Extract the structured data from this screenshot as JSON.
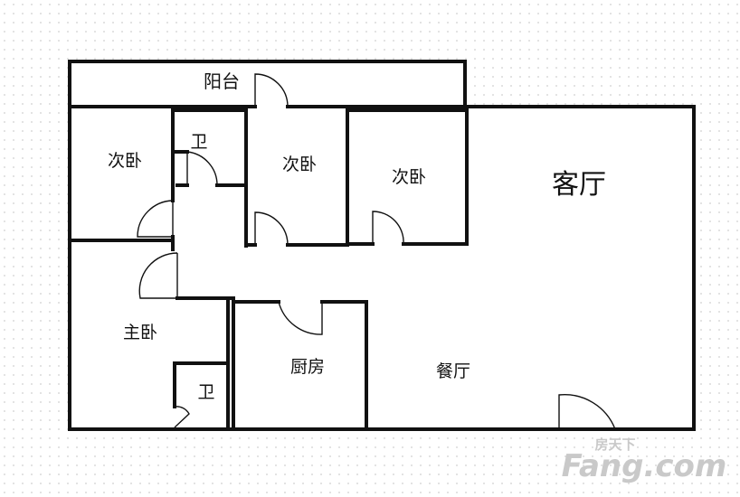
{
  "rooms": {
    "balcony": "阳台",
    "bedroom_2a": "次卧",
    "bath_1": "卫",
    "bedroom_2b": "次卧",
    "bedroom_2c": "次卧",
    "living_room": "客厅",
    "master_bedroom": "主卧",
    "kitchen": "厨房",
    "dining_room": "餐厅",
    "bath_2": "卫"
  },
  "watermark": {
    "small": "房天下",
    "brand": "Fang.com"
  },
  "colors": {
    "wall": "#111111",
    "grid_dot": "#cfcfcf",
    "watermark": "#c9c9c9"
  }
}
